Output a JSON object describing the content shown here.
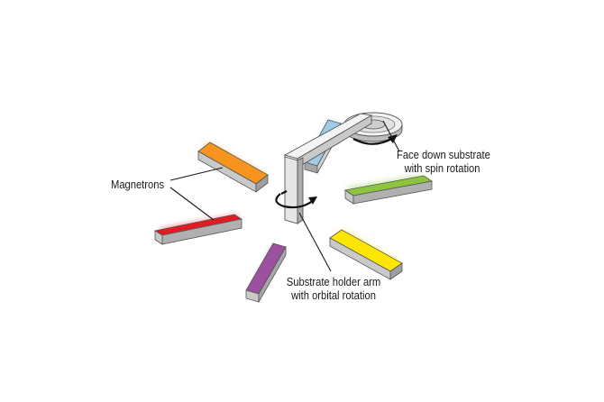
{
  "labels": {
    "magnetrons": "Magnetrons",
    "face_down_line1": "Face down substrate",
    "face_down_line2": "with spin rotation",
    "holder_line1": "Substrate holder arm",
    "holder_line2": "with orbital rotation"
  },
  "magnetrons": [
    {
      "name": "orange",
      "color": "#f7941d"
    },
    {
      "name": "light-blue",
      "color": "#9ecbe6"
    },
    {
      "name": "green",
      "color": "#8cc63f"
    },
    {
      "name": "red",
      "color": "#e31b23"
    },
    {
      "name": "yellow",
      "color": "#ffe600"
    },
    {
      "name": "purple",
      "color": "#9b51a0"
    }
  ],
  "structure_colors": {
    "arm_top": "#f4f4f4",
    "arm_side": "#cfcfcf",
    "arm_dark": "#a9a9a9",
    "outline": "#555555",
    "leader_lines": "#1a1a1a"
  }
}
